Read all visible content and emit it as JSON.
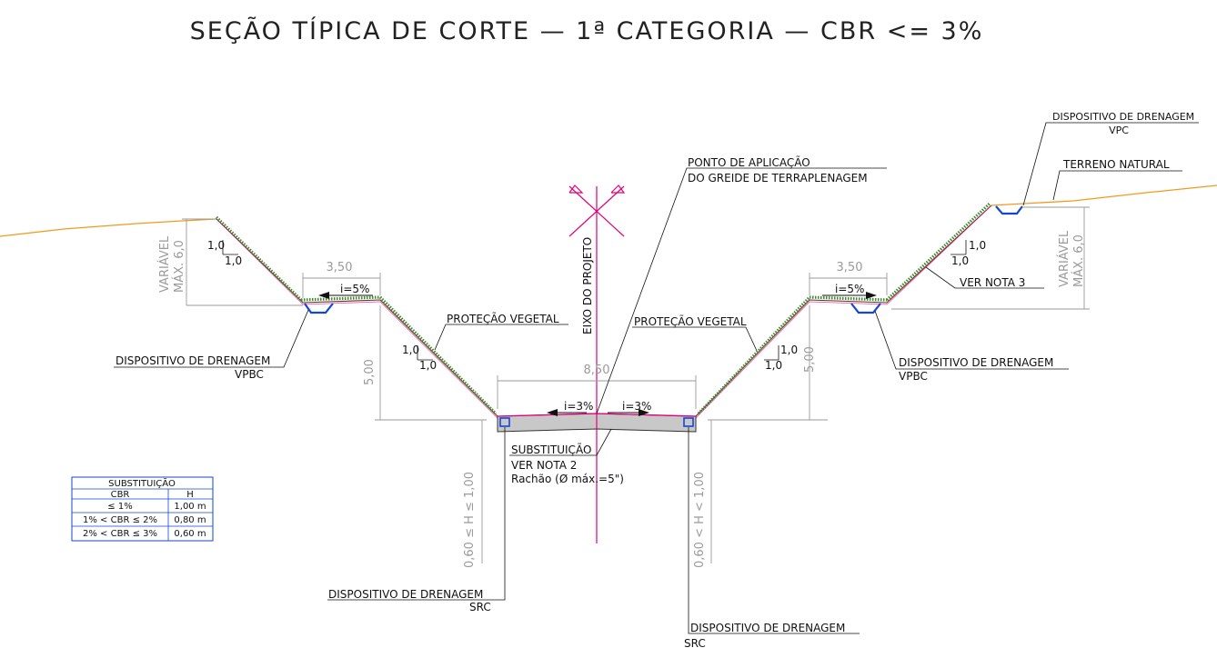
{
  "title": "SEÇÃO TÍPICA DE CORTE — 1ª CATEGORIA — CBR <= 3%",
  "colors": {
    "terrain": "#f39a1e",
    "axis": "#e0007a",
    "vegetation": "#3d8a2e",
    "drain": "#1446d6",
    "dimension": "#9a9a9a",
    "fill_gray": "#c8c8c8"
  },
  "labels": {
    "dispositivo_vpc_1": "DISPOSITIVO DE DRENAGEM",
    "dispositivo_vpc_2": "VPC",
    "terreno_natural": "TERRENO NATURAL",
    "ponto_aplicacao_1": "PONTO DE APLICAÇÃO",
    "ponto_aplicacao_2": "DO GREIDE DE TERRAPLENAGEM",
    "eixo_projeto": "EIXO DO PROJETO",
    "protecao_vegetal_left": "PROTEÇÃO VEGETAL",
    "protecao_vegetal_right": "PROTEÇÃO VEGETAL",
    "ver_nota_3": "VER NOTA 3",
    "dispositivo_vpbc_left_1": "DISPOSITIVO DE DRENAGEM",
    "dispositivo_vpbc_left_2": "VPBC",
    "dispositivo_vpbc_right_1": "DISPOSITIVO DE DRENAGEM",
    "dispositivo_vpbc_right_2": "VPBC",
    "substituicao": "SUBSTITUIÇÃO",
    "ver_nota_2": "VER NOTA 2",
    "rachao": "Rachão (Ø máx.=5\")",
    "dispositivo_src_left_1": "DISPOSITIVO DE DRENAGEM",
    "dispositivo_src_left_2": "SRC",
    "dispositivo_src_right_1": "DISPOSITIVO DE DRENAGEM",
    "dispositivo_src_right_2": "SRC"
  },
  "dimensions": {
    "berm_width_left": "3,50",
    "berm_width_right": "3,50",
    "platform_width": "8,50",
    "slope_height_left": "5,00",
    "slope_height_right": "5,00",
    "variable_left_1": "VARIÁVEL",
    "variable_left_2": "MÁX. 6,0",
    "variable_right_1": "VARIÁVEL",
    "variable_right_2": "MÁX. 6,0",
    "h_range_left": "0,60 ≤ H ≤ 1,00",
    "h_range_right": "0,60 < H < 1,00",
    "slope_v": "1,0",
    "slope_h": "1,0",
    "berm_slope": "i=5%",
    "platform_slope": "i=3%"
  },
  "table": {
    "title": "SUBSTITUIÇÃO",
    "headers": [
      "CBR",
      "H"
    ],
    "rows": [
      [
        "≤ 1%",
        "1,00 m"
      ],
      [
        "1% < CBR ≤ 2%",
        "0,80 m"
      ],
      [
        "2% < CBR ≤ 3%",
        "0,60 m"
      ]
    ]
  }
}
